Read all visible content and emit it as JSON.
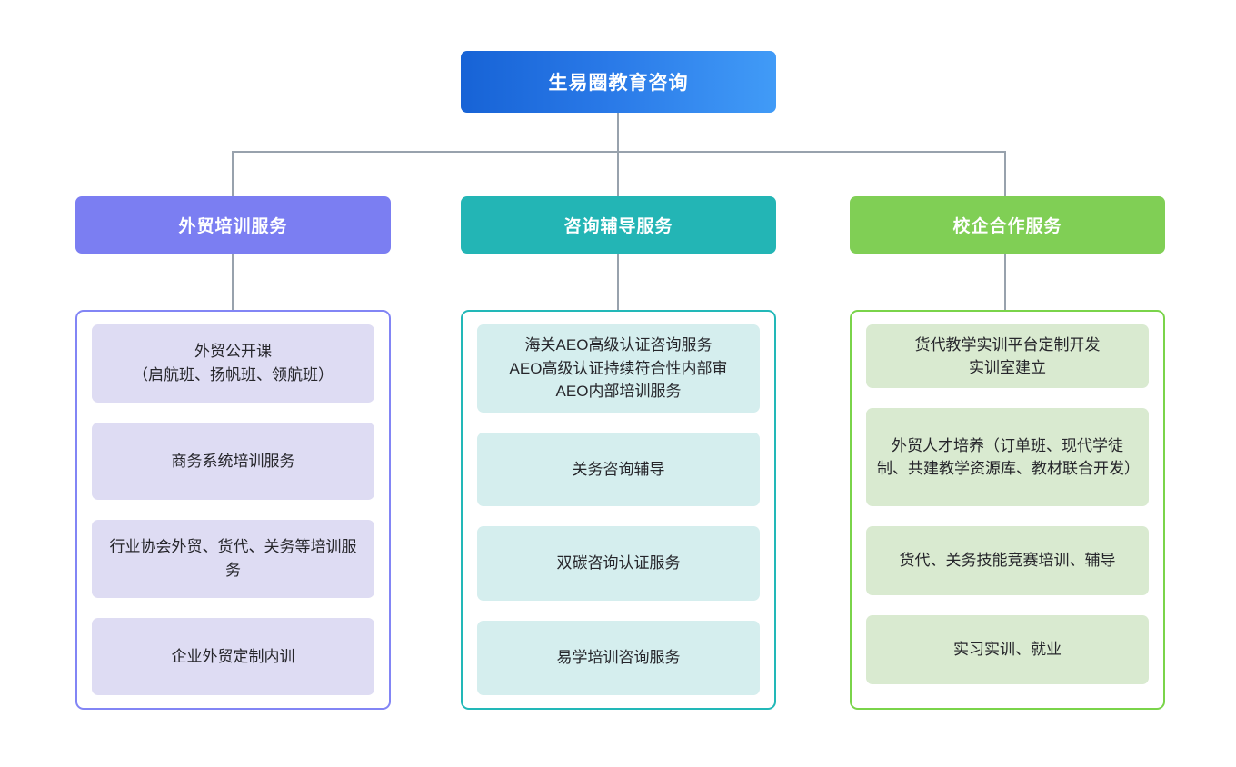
{
  "diagram": {
    "type": "organization-tree",
    "root": {
      "label": "生易圈教育咨询",
      "gradient_from": "#1763d6",
      "gradient_to": "#419bf7",
      "text_color": "#ffffff"
    },
    "connector_color": "#98a2ad",
    "branches": [
      {
        "header": "外贸培训服务",
        "accent": "#7b7ef2",
        "border": "#8285f5",
        "item_bg": "#dedcf3",
        "items": [
          "外贸公开课\n（启航班、扬帆班、领航班）",
          "商务系统培训服务",
          "行业协会外贸、货代、关务等培训服务",
          "企业外贸定制内训"
        ]
      },
      {
        "header": "咨询辅导服务",
        "accent": "#23b5b5",
        "border": "#22b8b8",
        "item_bg": "#d5eeee",
        "items": [
          "海关AEO高级认证咨询服务\nAEO高级认证持续符合性内部审\nAEO内部培训服务",
          "关务咨询辅导",
          "双碳咨询认证服务",
          "易学培训咨询服务"
        ]
      },
      {
        "header": "校企合作服务",
        "accent": "#80cf55",
        "border": "#7ad44a",
        "item_bg": "#d9ead0",
        "items": [
          "货代教学实训平台定制开发\n实训室建立",
          "外贸人才培养（订单班、现代学徒制、共建教学资源库、教材联合开发）",
          "货代、关务技能竞赛培训、辅导",
          "实习实训、就业"
        ]
      }
    ]
  }
}
